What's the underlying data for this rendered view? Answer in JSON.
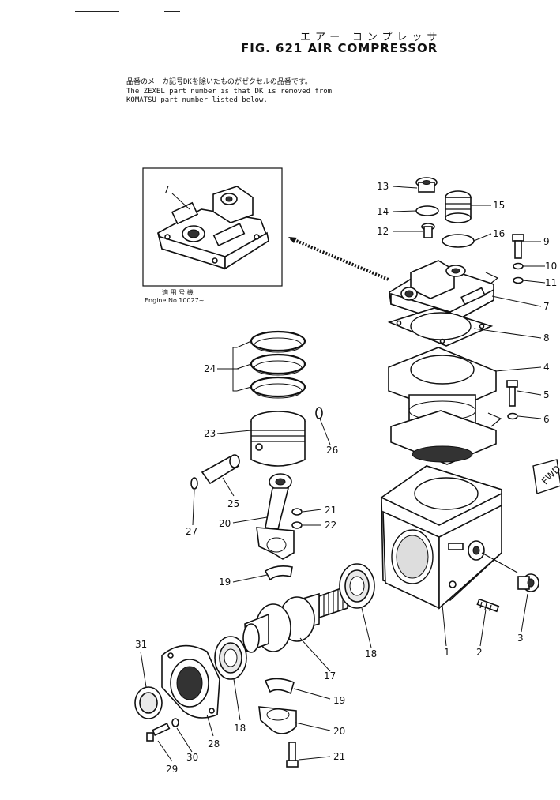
{
  "header": {
    "jp_title": "エアー コンプレッサ",
    "title": "FIG. 621   AIR COMPRESSOR",
    "note_lines": [
      "品番のメーカ記号DKを除いたものがゼクセルの品番です。",
      "The ZEXEL part number is that DK is removed from",
      "KOMATSU part number listed below."
    ]
  },
  "inset": {
    "caption_jp": "適 用 号 機",
    "caption": "Engine No.10027~"
  },
  "badge": {
    "fwd": "FWD"
  },
  "callouts": [
    "1",
    "2",
    "3",
    "4",
    "5",
    "6",
    "7",
    "8",
    "9",
    "10",
    "11",
    "12",
    "13",
    "14",
    "15",
    "16",
    "17",
    "18",
    "18",
    "19",
    "19",
    "20",
    "20",
    "21",
    "22",
    "23",
    "24",
    "25",
    "26",
    "27",
    "27",
    "28",
    "29",
    "30",
    "31",
    "7"
  ]
}
